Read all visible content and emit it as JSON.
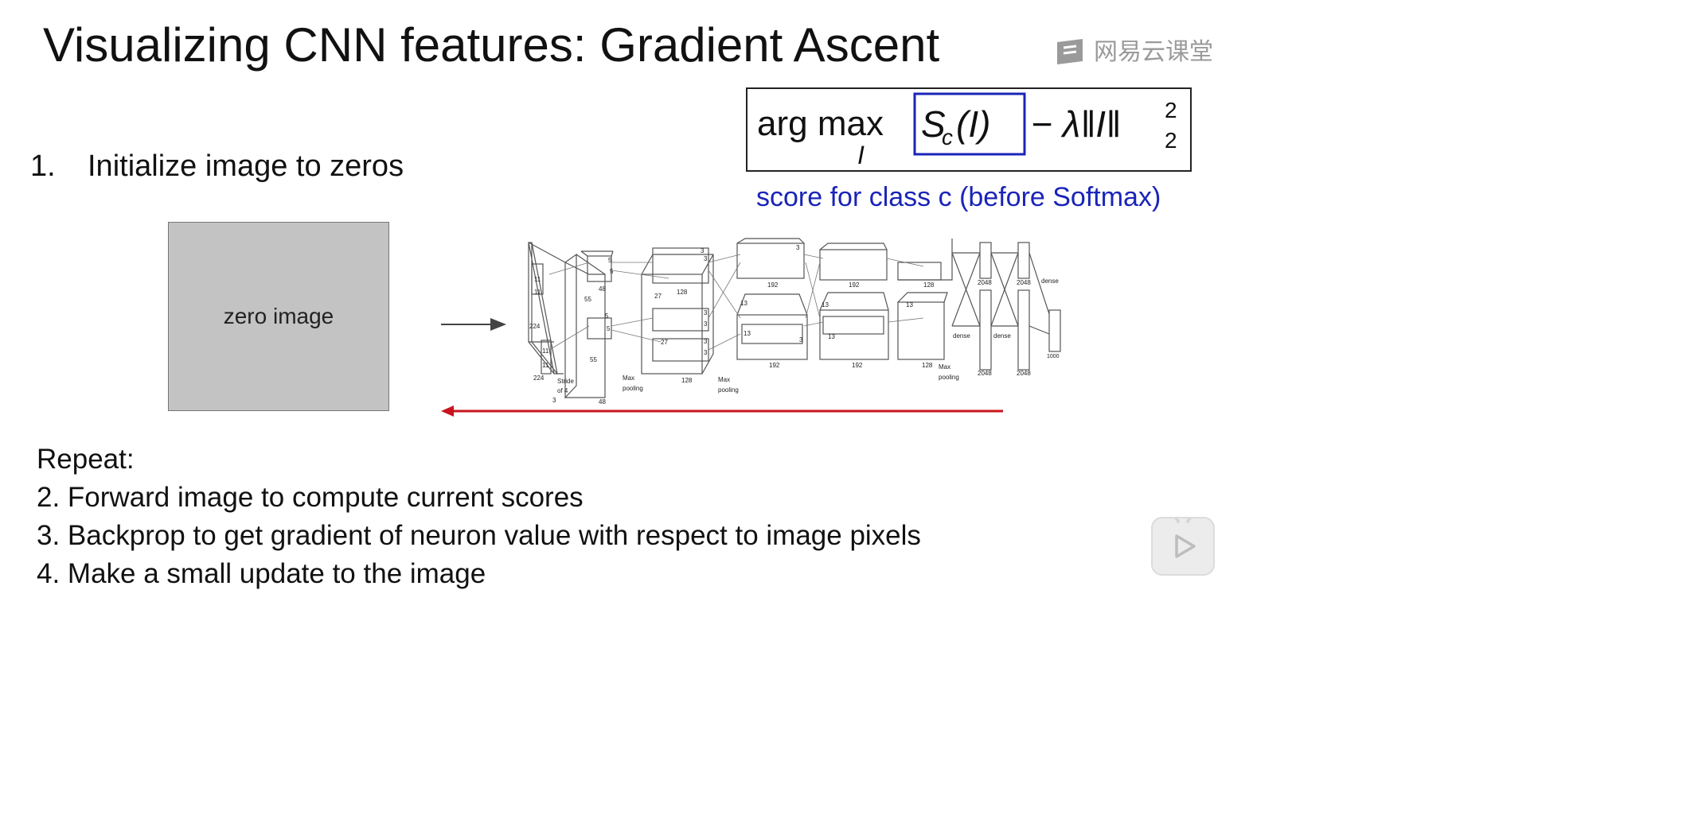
{
  "slide": {
    "title": "Visualizing CNN features: Gradient Ascent",
    "watermark": "网易云课堂",
    "formula": {
      "op": "arg max",
      "subscript": "I",
      "boxed_term": "S",
      "boxed_sub": "c",
      "boxed_arg": "(I)",
      "rest": "− λ‖I‖",
      "sup": "2",
      "sub": "2"
    },
    "caption": "score for class c (before Softmax)",
    "step1_num": "1.",
    "step1_text": "Initialize image to zeros",
    "zero_image_label": "zero image",
    "steps": [
      "Repeat:",
      "2. Forward image to compute current scores",
      "3. Backprop to get gradient of neuron value with respect to image pixels",
      "4. Make a small update to the image"
    ],
    "colors": {
      "caption": "#1a24b8",
      "formula_box": "#1a24b8",
      "backward_arrow": "#c8141e"
    },
    "icons": [
      "watermark-logo-icon",
      "play-icon"
    ]
  },
  "network": {
    "labels": {
      "in224a": "224",
      "in224b": "224",
      "in3": "3",
      "k11a": "11",
      "k11b": "11",
      "k11c": "11",
      "k11d": "11",
      "stride": "Stride",
      "of4": "of 4",
      "k5a": "5",
      "k5b": "5",
      "k5c": "5",
      "k5d": "5",
      "c55a": "55",
      "c55b": "55",
      "c48a": "48",
      "c48b": "48",
      "mp1a": "Max",
      "mp1b": "pooling",
      "c27a": "27",
      "c27b": "27",
      "k3a": "3",
      "k3b": "3",
      "k3c": "3",
      "k3d": "3",
      "k3e": "3",
      "k3f": "3",
      "k3g": "3",
      "k3h": "3",
      "c128a": "128",
      "c128b": "128",
      "mp2a": "Max",
      "mp2b": "pooling",
      "c13a": "13",
      "c13b": "13",
      "c13c": "13",
      "c13d": "13",
      "c13e": "13",
      "c192a": "192",
      "c192b": "192",
      "c192c": "192",
      "c192d": "192",
      "c128c": "128",
      "c128d": "128",
      "mp3a": "Max",
      "mp3b": "pooling",
      "d2048a": "2048",
      "d2048b": "2048",
      "d2048c": "2048",
      "d2048d": "2048",
      "densea": "dense",
      "denseb": "dense",
      "densec": "dense",
      "out1000": "1000"
    }
  }
}
